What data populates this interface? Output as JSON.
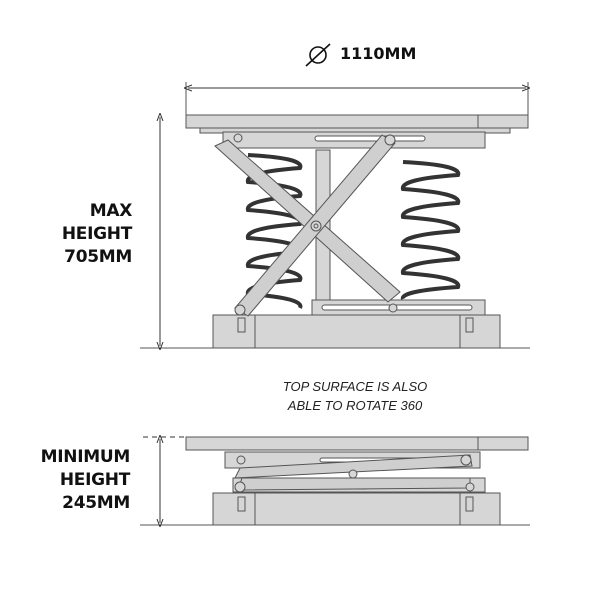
{
  "diameter": {
    "symbol": "⌀",
    "value": "1110MM"
  },
  "max_height": {
    "line1": "MAX",
    "line2": "HEIGHT",
    "line3": "705MM"
  },
  "note": {
    "line1": "TOP SURFACE IS ALSO",
    "line2": "ABLE TO ROTATE 360"
  },
  "min_height": {
    "line1": "MINIMUM",
    "line2": "HEIGHT",
    "line3": "245MM"
  }
}
